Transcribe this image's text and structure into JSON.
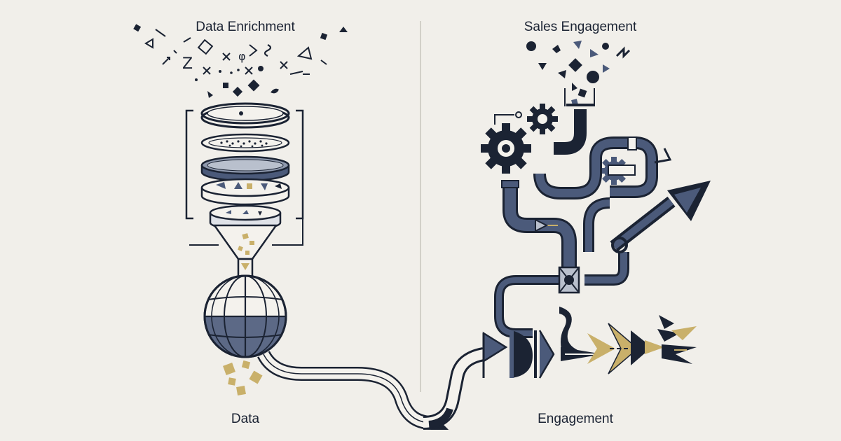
{
  "titles": {
    "left": "Data Enrichment",
    "right": "Sales Engagement"
  },
  "labels": {
    "left": "Data",
    "right": "Engagement"
  },
  "colors": {
    "background": "#f1efea",
    "navy": "#1b2333",
    "slate": "#4b5a7a",
    "light": "#f4f2ed",
    "gold": "#c9b06a",
    "divider": "#c8c5bd"
  },
  "icons": [
    "funnel-icon",
    "sieve-layers-icon",
    "globe-icon",
    "gear-icon",
    "pipe-icon",
    "valve-icon",
    "arrow-icon",
    "shard-icon"
  ]
}
